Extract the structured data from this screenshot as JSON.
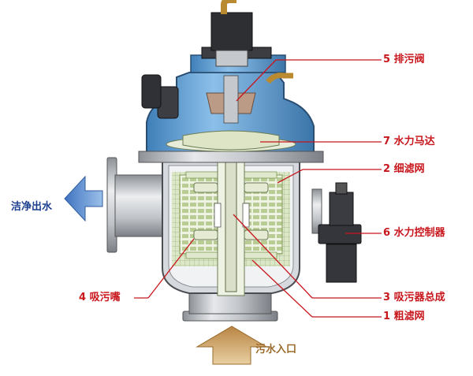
{
  "labels": {
    "out": "洁净出水",
    "in": "污水入口",
    "part5": "5 排污阀",
    "part7": "7 水力马达",
    "part2": "2 细滤网",
    "part6": "6 水力控制器",
    "part4": "4 吸污嘴",
    "part3": "3 吸污器总成",
    "part1": "1 粗滤网"
  },
  "colors": {
    "housing_blue": "#6aa6d8",
    "leader_red": "#c8161d",
    "arrow_blue": "#4f83c7",
    "arrow_tan": "#c99a5b",
    "dark_part": "#3b3d42",
    "steel": "#c9ccd1",
    "screen_green": "#c7d9a8"
  }
}
